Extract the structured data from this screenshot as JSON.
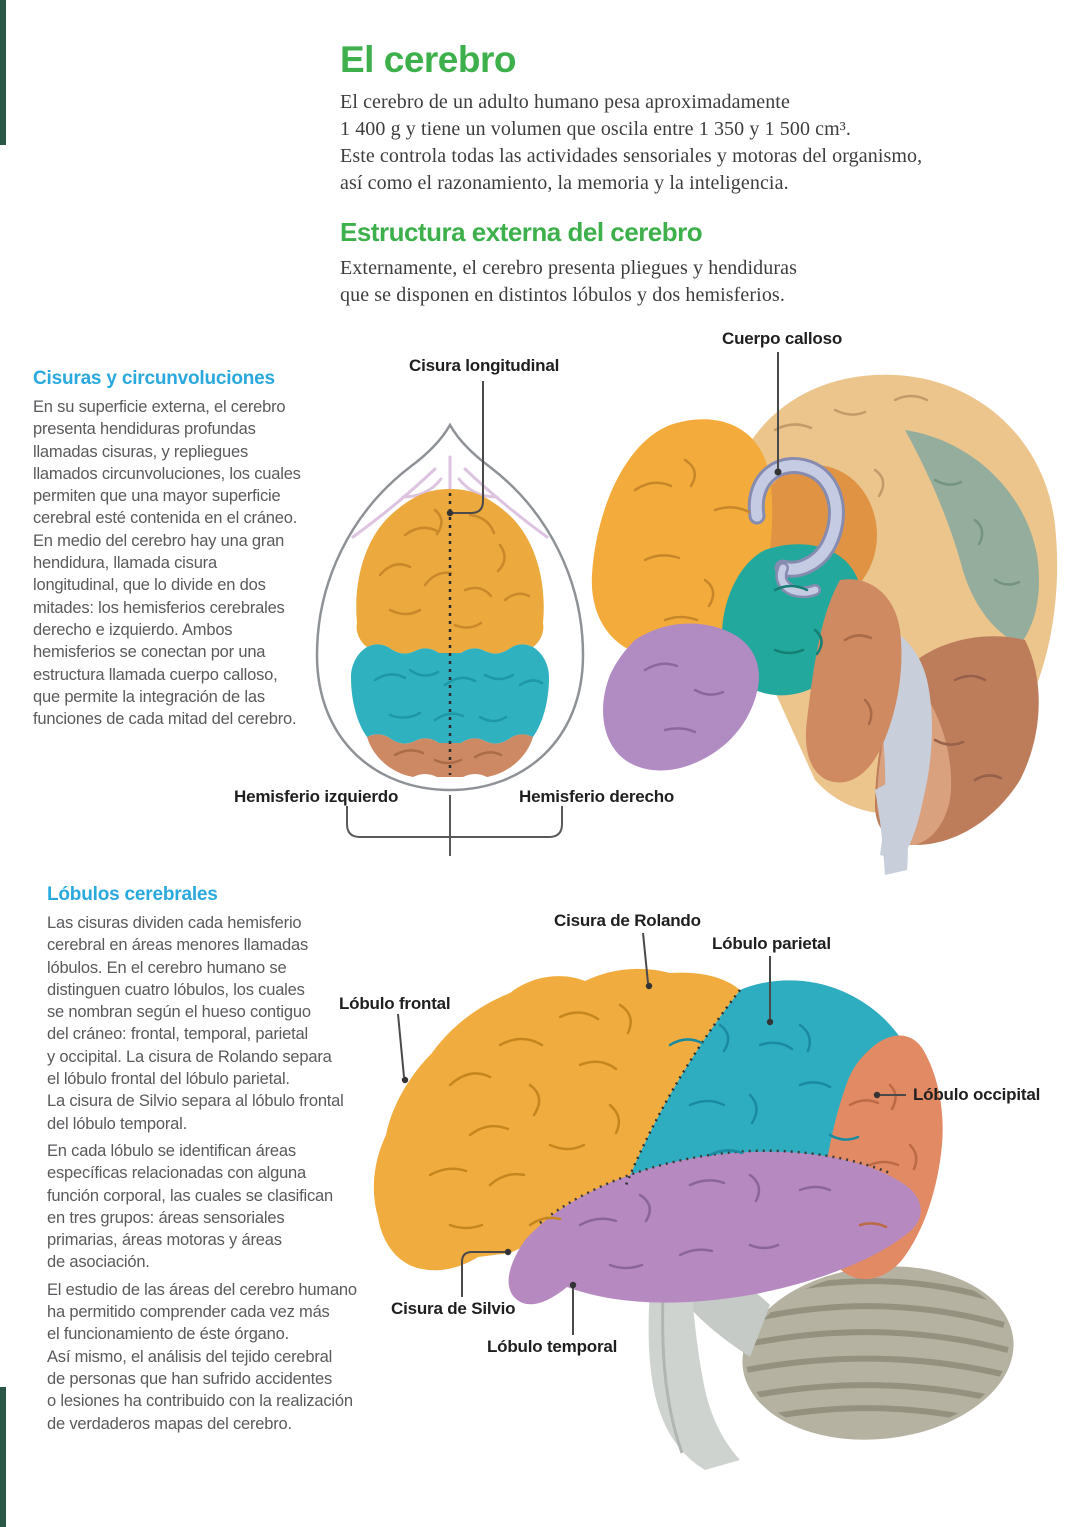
{
  "page": {
    "title": "El cerebro",
    "intro_lines": [
      "El cerebro de un adulto humano pesa aproximadamente",
      "1 400 g y tiene un volumen que oscila entre 1 350 y 1 500 cm³.",
      "Este controla todas las actividades sensoriales y motoras del organismo,",
      "así como el razonamiento, la memoria y la inteligencia."
    ],
    "section2_title": "Estructura externa del cerebro",
    "section2_lines": [
      "Externamente, el cerebro presenta pliegues y hendiduras",
      "que se disponen en distintos lóbulos y dos hemisferios."
    ]
  },
  "sidebar_fissures": {
    "title": "Cisuras y circunvoluciones",
    "lines": [
      "En su superficie externa, el cerebro",
      "presenta hendiduras profundas",
      "llamadas cisuras, y repliegues",
      "llamados circunvoluciones, los cuales",
      "permiten que una mayor superficie",
      "cerebral esté contenida en el cráneo.",
      "En medio del cerebro hay una gran",
      "hendidura, llamada cisura",
      "longitudinal, que lo divide en dos",
      "mitades: los hemisferios cerebrales",
      "derecho e izquierdo. Ambos",
      "hemisferios se conectan por una",
      "estructura llamada cuerpo calloso,",
      "que permite la integración de las",
      "funciones de cada mitad del cerebro."
    ]
  },
  "sidebar_lobes": {
    "title": "Lóbulos cerebrales",
    "p1_lines": [
      "Las cisuras dividen cada hemisferio",
      "cerebral en áreas menores llamadas",
      "lóbulos. En el cerebro humano se",
      "distinguen cuatro lóbulos, los cuales",
      "se nombran según el hueso contiguo",
      "del cráneo: frontal, temporal, parietal",
      "y occipital. La cisura de Rolando separa",
      "el lóbulo frontal del lóbulo parietal.",
      "La cisura de Silvio separa al lóbulo frontal",
      "del lóbulo temporal."
    ],
    "p2_lines": [
      "En cada lóbulo se identifican áreas",
      "específicas relacionadas con alguna",
      "función corporal, las cuales se clasifican",
      "en tres grupos: áreas sensoriales",
      "primarias, áreas motoras y áreas",
      "de asociación."
    ],
    "p3_lines": [
      "El estudio de las áreas del cerebro humano",
      "ha permitido comprender cada vez más",
      "el funcionamiento de éste órgano.",
      "Así mismo, el análisis del tejido cerebral",
      "de personas que han sufrido accidentes",
      "o lesiones ha contribuido con la realización",
      "de verdaderos mapas del cerebro."
    ]
  },
  "figure_external": {
    "labels": {
      "cisura_longitudinal": "Cisura longitudinal",
      "cuerpo_calloso": "Cuerpo calloso",
      "hemisferio_izquierdo": "Hemisferio izquierdo",
      "hemisferio_derecho": "Hemisferio derecho"
    }
  },
  "figure_lateral": {
    "labels": {
      "cisura_rolando": "Cisura de Rolando",
      "lobulo_parietal": "Lóbulo parietal",
      "lobulo_frontal": "Lóbulo frontal",
      "lobulo_occipital": "Lóbulo occipital",
      "cisura_silvio": "Cisura de Silvio",
      "lobulo_temporal": "Lóbulo temporal"
    }
  },
  "colors": {
    "heading_green": "#3db04c",
    "heading_cyan": "#29a9dd",
    "frontal_orange": "#f0ac3e",
    "parietal_teal": "#2fadc0",
    "occipital_salmon": "#e28a64",
    "temporal_purple": "#b68ac0",
    "cerebellum_gray": "#b5b2a1",
    "brainstem_gray": "#cfd3cf",
    "corpus_callosum_lavender": "#c6cbe4"
  }
}
